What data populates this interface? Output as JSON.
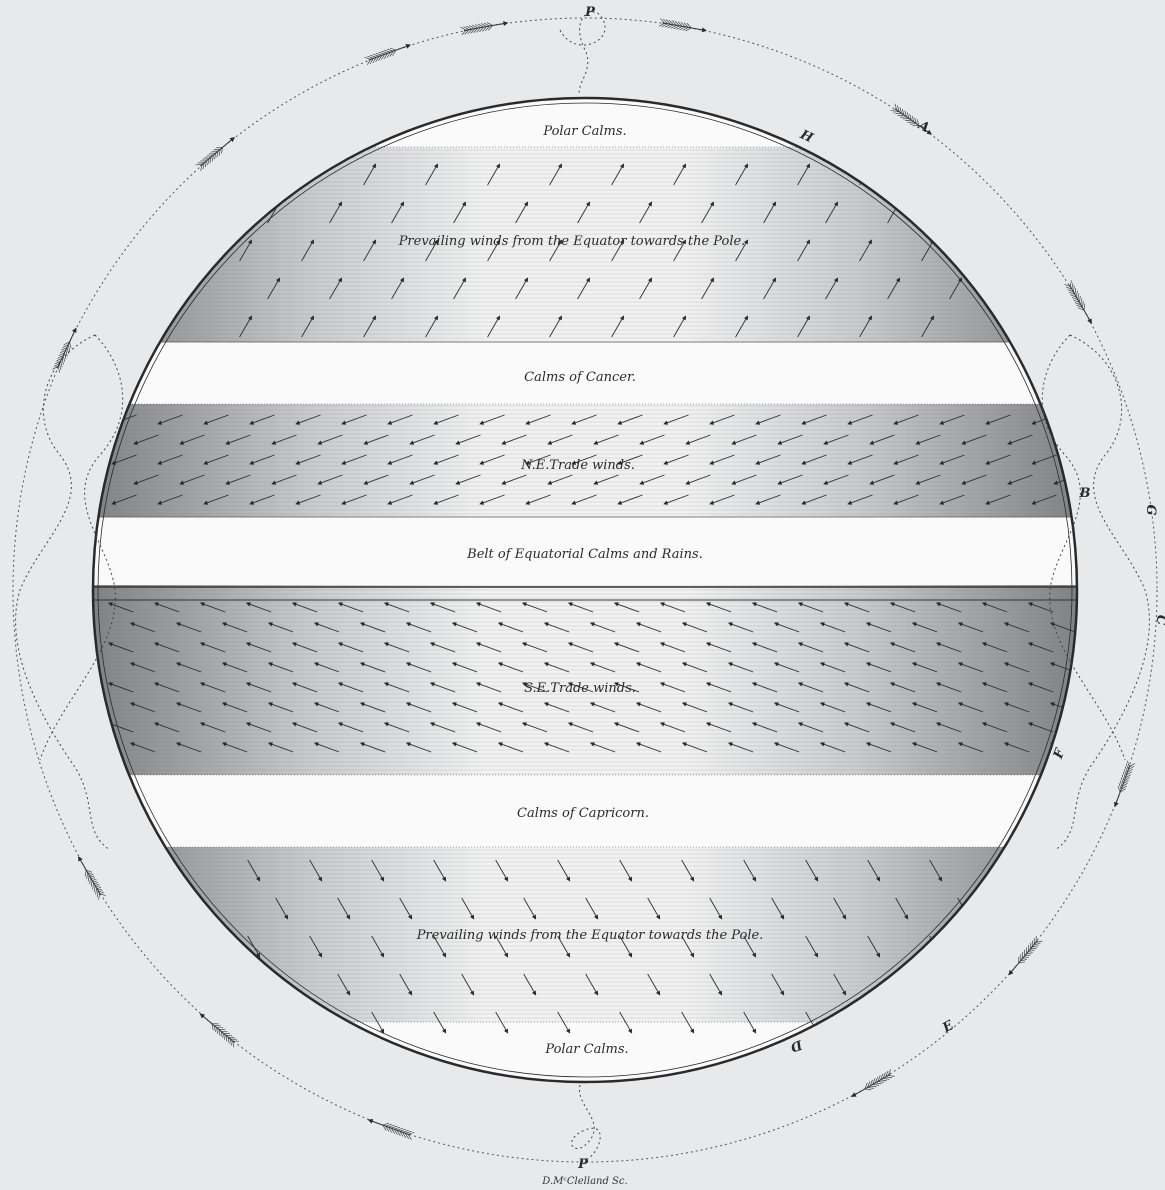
{
  "diagram": {
    "zones": {
      "polar_calms_north": "Polar Calms.",
      "prevailing_north": "Prevailing winds from the Equator towards the Pole.",
      "calms_cancer": "Calms of Cancer.",
      "ne_trades": "N.E.Trade winds.",
      "equatorial_belt": "Belt of Equatorial Calms and Rains.",
      "se_trades": "S.E.Trade winds.",
      "calms_capricorn": "Calms of Capricorn.",
      "prevailing_south": "Prevailing winds from the Equator towards the Pole.",
      "polar_calms_south": "Polar Calms."
    },
    "letters": {
      "p_top": "P",
      "p_bottom": "P",
      "a": "A",
      "h": "H",
      "b": "B",
      "g": "G",
      "c": "C",
      "f": "F",
      "e": "E",
      "d": "D"
    },
    "credit": "D.MᶜClelland Sc."
  },
  "colors": {
    "background": "#e8e9ea",
    "ink": "#2a2a2a",
    "shade_dark": "#8a8c8e",
    "shade_light": "#c4c6c8",
    "band_white": "#fafafa"
  }
}
